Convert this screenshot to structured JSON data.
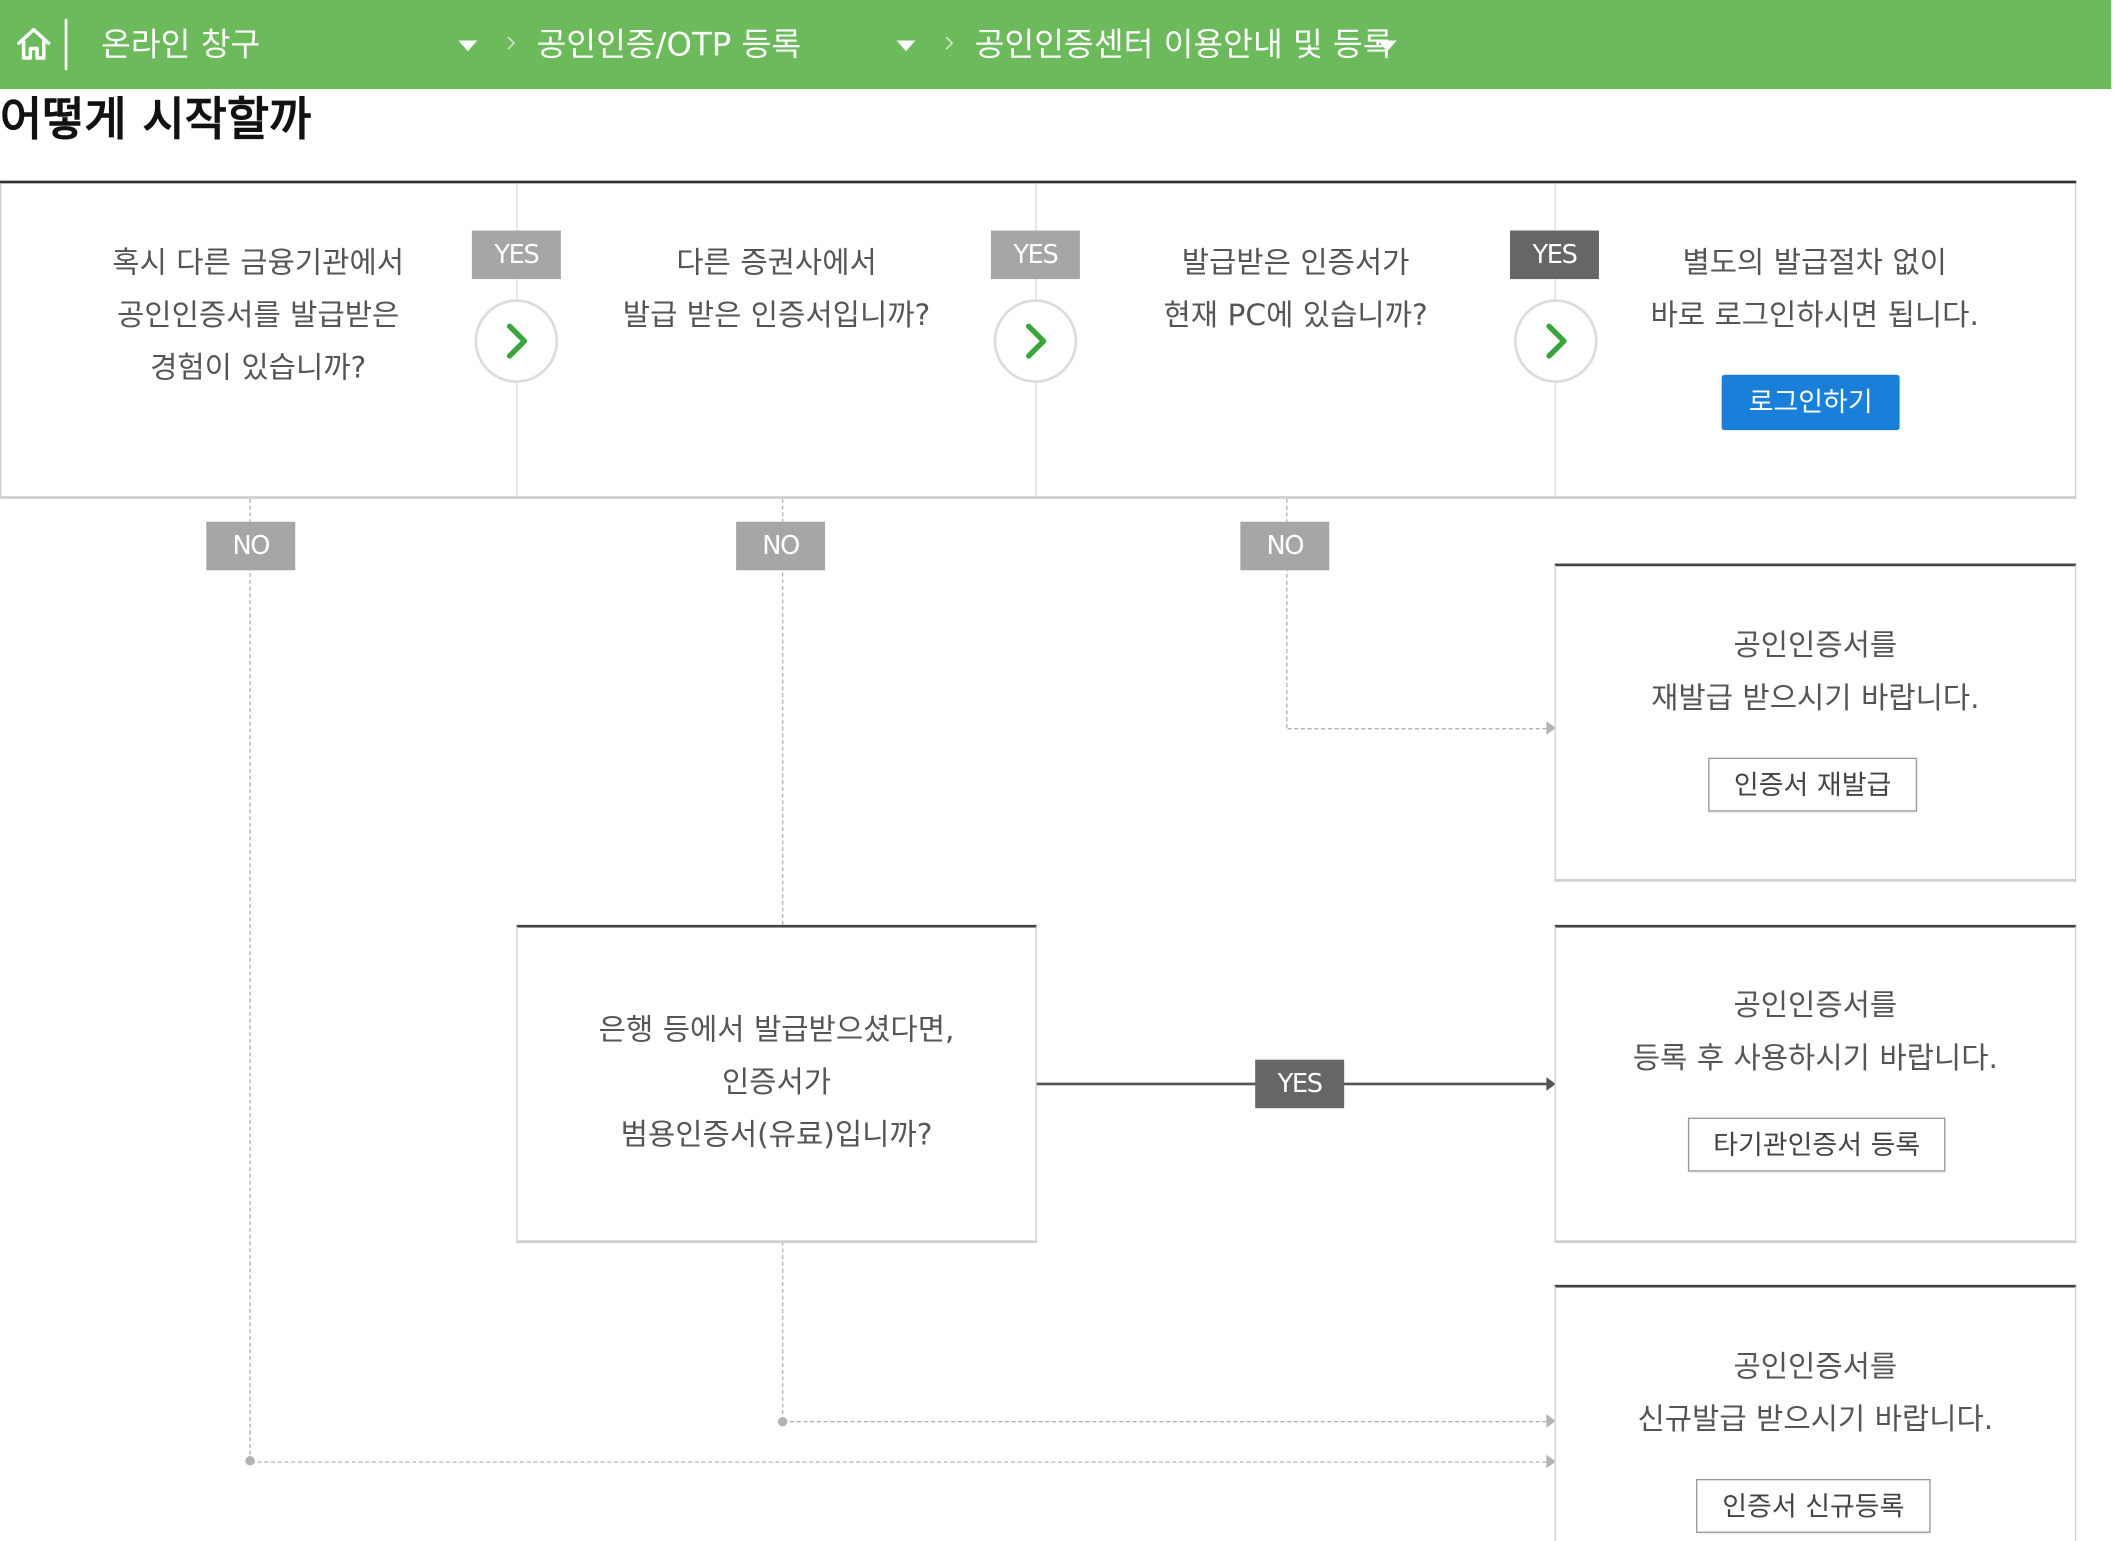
{
  "breadcrumb": {
    "home_icon": "home-icon",
    "items": [
      {
        "label": "온라인 창구"
      },
      {
        "label": "공인인증/OTP 등록"
      },
      {
        "label": "공인인증센터 이용안내 및 등록"
      }
    ]
  },
  "page": {
    "title": "어떻게 시작할까"
  },
  "colors": {
    "topbar": "#6cba5c",
    "primary_button": "#1a7fd8",
    "arrow_icon": "#3aa53a",
    "tag_light": "#a6a6a6",
    "tag_dark": "#666666"
  },
  "flow": {
    "questions": [
      {
        "lines": [
          "혹시 다른 금융기관에서",
          "공인인증서를 발급받은",
          "경험이 있습니까?"
        ]
      },
      {
        "lines": [
          "다른 증권사에서",
          "발급 받은 인증서입니까?"
        ]
      },
      {
        "lines": [
          "발급받은 인증서가",
          "현재 PC에 있습니까?"
        ]
      }
    ],
    "final": {
      "lines": [
        "별도의 발급절차 없이",
        "바로 로그인하시면 됩니다."
      ],
      "button": "로그인하기"
    },
    "yes_label": "YES",
    "no_label": "NO",
    "arrow_icon": "chevron-right-icon",
    "middle_question": {
      "lines": [
        "은행 등에서 발급받으셨다면,",
        "인증서가",
        "범용인증서(유료)입니까?"
      ]
    },
    "outcomes": [
      {
        "lines": [
          "공인인증서를",
          "재발급 받으시기 바랍니다."
        ],
        "button": "인증서 재발급"
      },
      {
        "lines": [
          "공인인증서를",
          "등록 후 사용하시기 바랍니다."
        ],
        "button": "타기관인증서 등록"
      },
      {
        "lines": [
          "공인인증서를",
          "신규발급 받으시기 바랍니다."
        ],
        "button": "인증서 신규등록"
      }
    ]
  }
}
